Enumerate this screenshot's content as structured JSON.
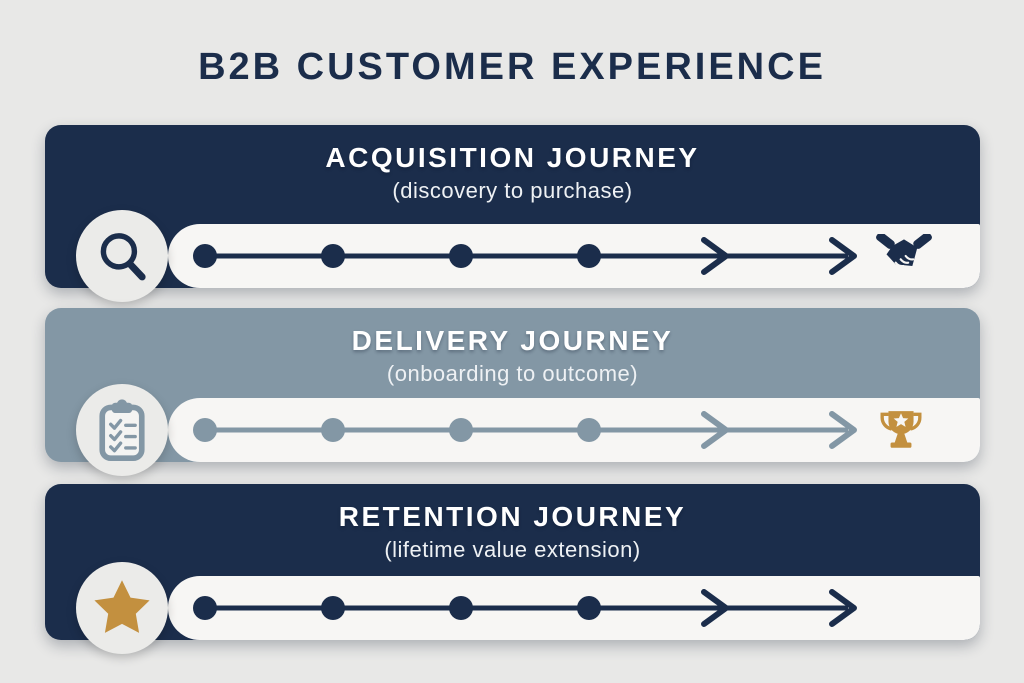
{
  "page_title": "B2B CUSTOMER EXPERIENCE",
  "colors": {
    "background": "#e8e8e7",
    "navy": "#1b2d4b",
    "slate": "#8397a5",
    "track": "#f7f6f4",
    "badge_circle": "#ebebe9",
    "gold": "#c3903f",
    "title_text": "#ffffff"
  },
  "journeys": [
    {
      "title": "ACQUISITION JOURNEY",
      "subtitle": "(discovery to purchase)",
      "start_icon": "search-icon",
      "end_icon": "handshake-icon",
      "theme_color": "#1b2d4b",
      "dot_count": 4
    },
    {
      "title": "DELIVERY JOURNEY",
      "subtitle": "(onboarding to outcome)",
      "start_icon": "clipboard-checklist-icon",
      "end_icon": "trophy-icon",
      "theme_color": "#8397a5",
      "dot_count": 4
    },
    {
      "title": "RETENTION JOURNEY",
      "subtitle": "(lifetime value extension)",
      "start_icon": "star-icon",
      "end_icon": null,
      "theme_color": "#1b2d4b",
      "dot_count": 4
    }
  ]
}
